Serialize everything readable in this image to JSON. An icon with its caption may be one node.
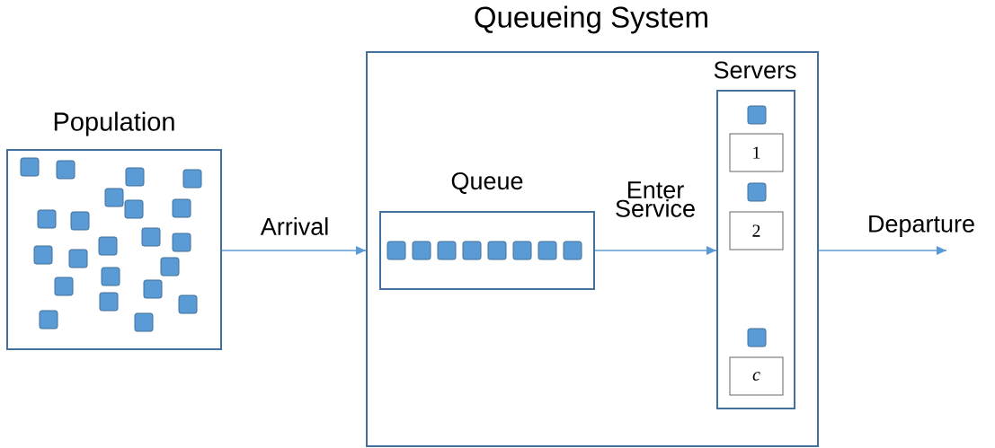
{
  "diagram": {
    "nodes": [
      {
        "text": [
          "Population"
        ]
      },
      {
        "text": [
          "Queueing System"
        ]
      },
      {
        "text": [
          "Queue"
        ],
        "in": 1
      },
      {
        "text": [
          "Servers"
        ],
        "in": 1
      },
      {
        "text": [
          "1"
        ],
        "in": 3
      },
      {
        "text": [
          "2"
        ],
        "in": 3
      },
      {
        "text": [
          "c"
        ],
        "in": 3
      }
    ],
    "edges": [
      {
        "from": 0,
        "to": 1,
        "arrow": "to",
        "label": "Arrival"
      },
      {
        "from": 2,
        "to": 3,
        "arrow": "to",
        "label": "Enter Service"
      },
      {
        "from": 1,
        "to": null,
        "arrow": "to",
        "label": "Departure"
      }
    ]
  }
}
